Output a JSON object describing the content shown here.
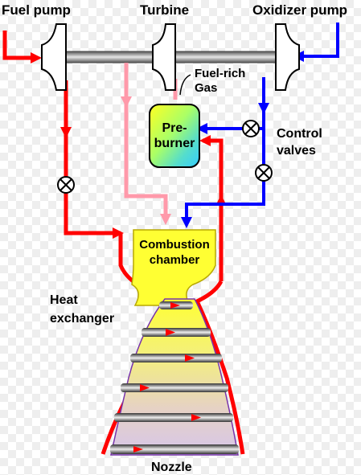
{
  "labels": {
    "fuel_pump": "Fuel pump",
    "turbine": "Turbine",
    "oxidizer_pump": "Oxidizer pump",
    "fuel_rich_gas_line1": "Fuel-rich",
    "fuel_rich_gas_line2": "Gas",
    "preburner_line1": "Pre-",
    "preburner_line2": "burner",
    "control_valves_line1": "Control",
    "control_valves_line2": "valves",
    "combustion_line1": "Combustion",
    "combustion_line2": "chamber",
    "heat_exchanger_line1": "Heat",
    "heat_exchanger_line2": "exchanger",
    "nozzle": "Nozzle"
  },
  "colors": {
    "fuel_line": "#ff0000",
    "oxidizer_line": "#0000ff",
    "fuel_rich_gas_line": "#ff99aa",
    "shaft": "#999999",
    "chamber": "#ffff33",
    "preburner_border": "#000000"
  },
  "icons": [
    "valve-icon",
    "flow-arrow-icon",
    "pump-housing-icon",
    "turbine-housing-icon",
    "cooling-band-icon"
  ]
}
